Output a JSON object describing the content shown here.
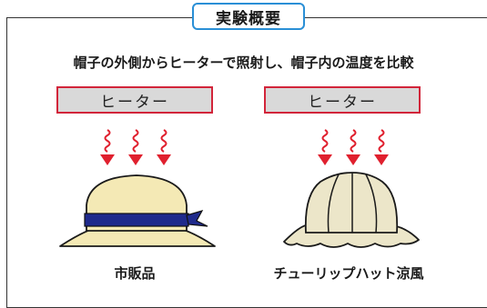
{
  "badge": {
    "title": "実験概要"
  },
  "subtitle": "帽子の外側からヒーターで照射し、帽子内の温度を比較",
  "heaters": [
    {
      "label": "ヒーター"
    },
    {
      "label": "ヒーター"
    }
  ],
  "hats": [
    {
      "caption": "市販品"
    },
    {
      "caption": "チューリップハット涼風"
    }
  ],
  "colors": {
    "badge_border": "#2a8fd6",
    "heater_border": "#d2253a",
    "heater_fill": "#d9d9d9",
    "arrow": "#e0202e",
    "hat_fill": "#f4e9b5",
    "hat2_fill": "#ece6c9",
    "ribbon": "#1f2a8c"
  }
}
